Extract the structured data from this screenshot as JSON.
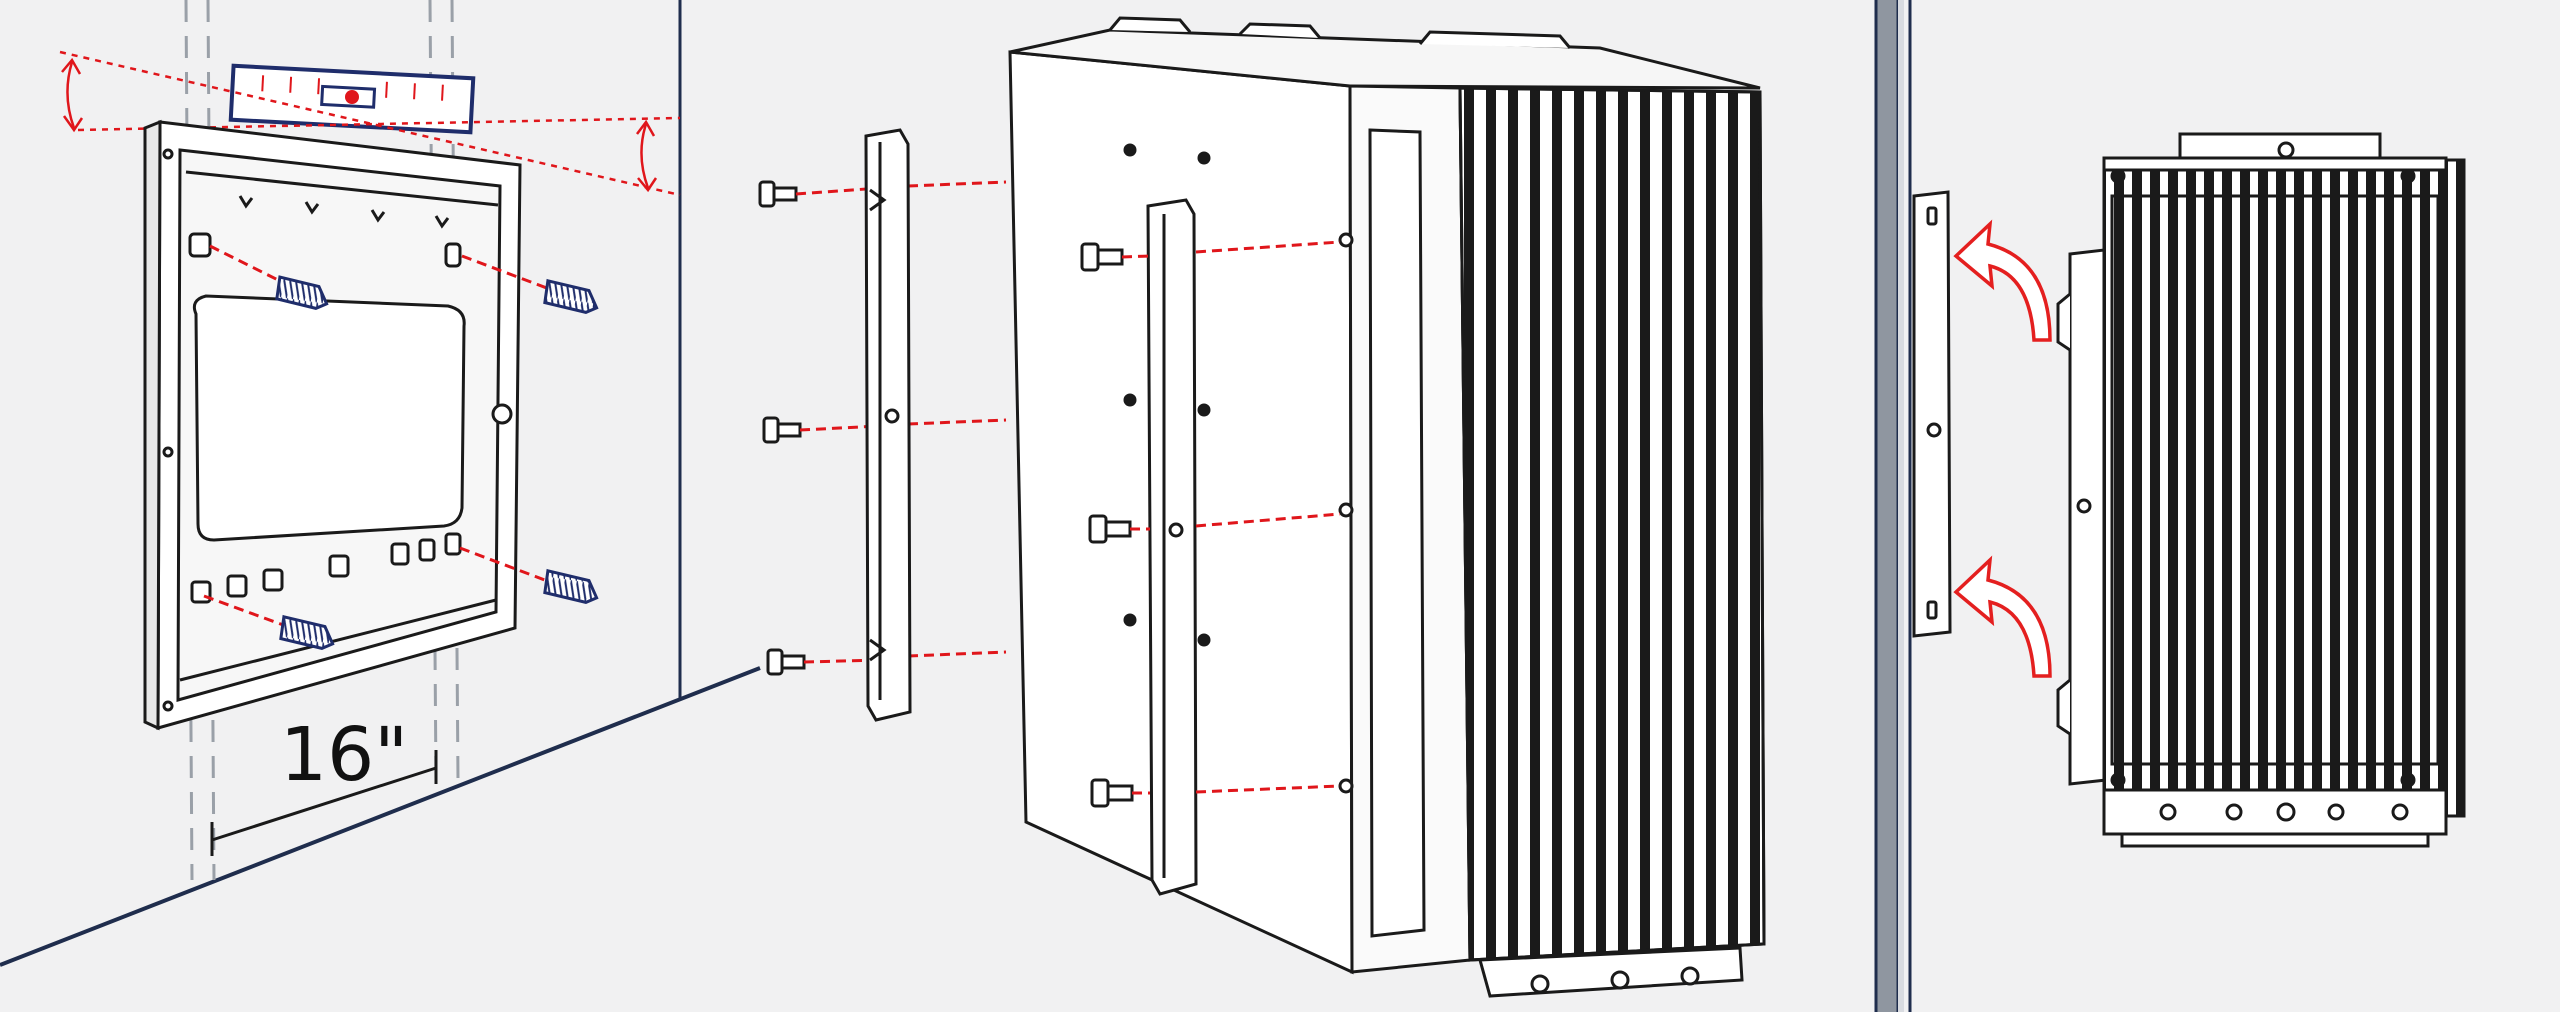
{
  "diagram": {
    "panels": [
      {
        "id": "wall-bracket-install",
        "label": ""
      },
      {
        "id": "device-bracket-attach",
        "label": ""
      },
      {
        "id": "hang-device",
        "label": ""
      }
    ],
    "labels": {
      "stud_spacing": "16\""
    },
    "colors": {
      "background": "#f1f1f2",
      "line": "#1a1a1a",
      "wall_edge": "#1f2d4d",
      "guide_red": "#e0161b",
      "arrow_red": "#e41f1f",
      "level_navy": "#1f2d6b",
      "divider": "#8f96a0"
    },
    "icons": [
      "level-tool-icon",
      "wall-anchor-icon",
      "screw-icon",
      "curved-arrow-icon"
    ]
  }
}
